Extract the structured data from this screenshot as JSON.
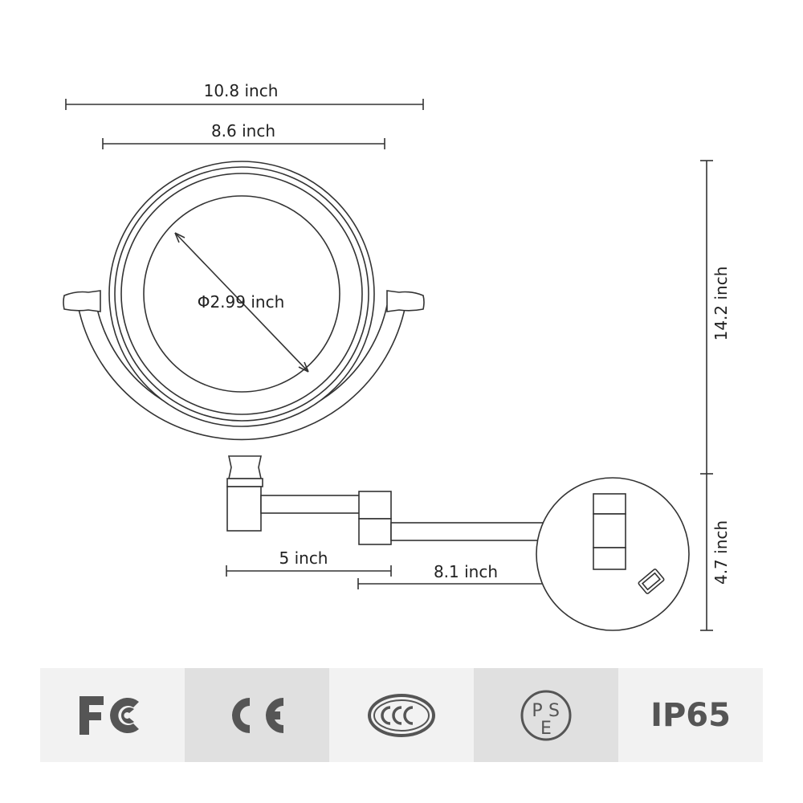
{
  "dimensions": {
    "overall_width": "10.8 inch",
    "mirror_width": "8.6 inch",
    "mirror_diameter": "Φ2.99 inch",
    "total_height": "14.2 inch",
    "base_height": "4.7 inch",
    "arm_one": "5 inch",
    "arm_two": "8.1 inch"
  },
  "certifications": {
    "fcc_icon": "fcc-logo",
    "ce_icon": "ce-mark",
    "ccc_icon": "ccc-mark",
    "pse_icon": "pse-mark",
    "pse_letters": [
      "P",
      "S",
      "E"
    ],
    "ip_rating": "IP65"
  },
  "colors": {
    "line": "#333333",
    "badge_light": "#f2f2f2",
    "badge_dark": "#e0e0e0",
    "icon": "#555555"
  }
}
